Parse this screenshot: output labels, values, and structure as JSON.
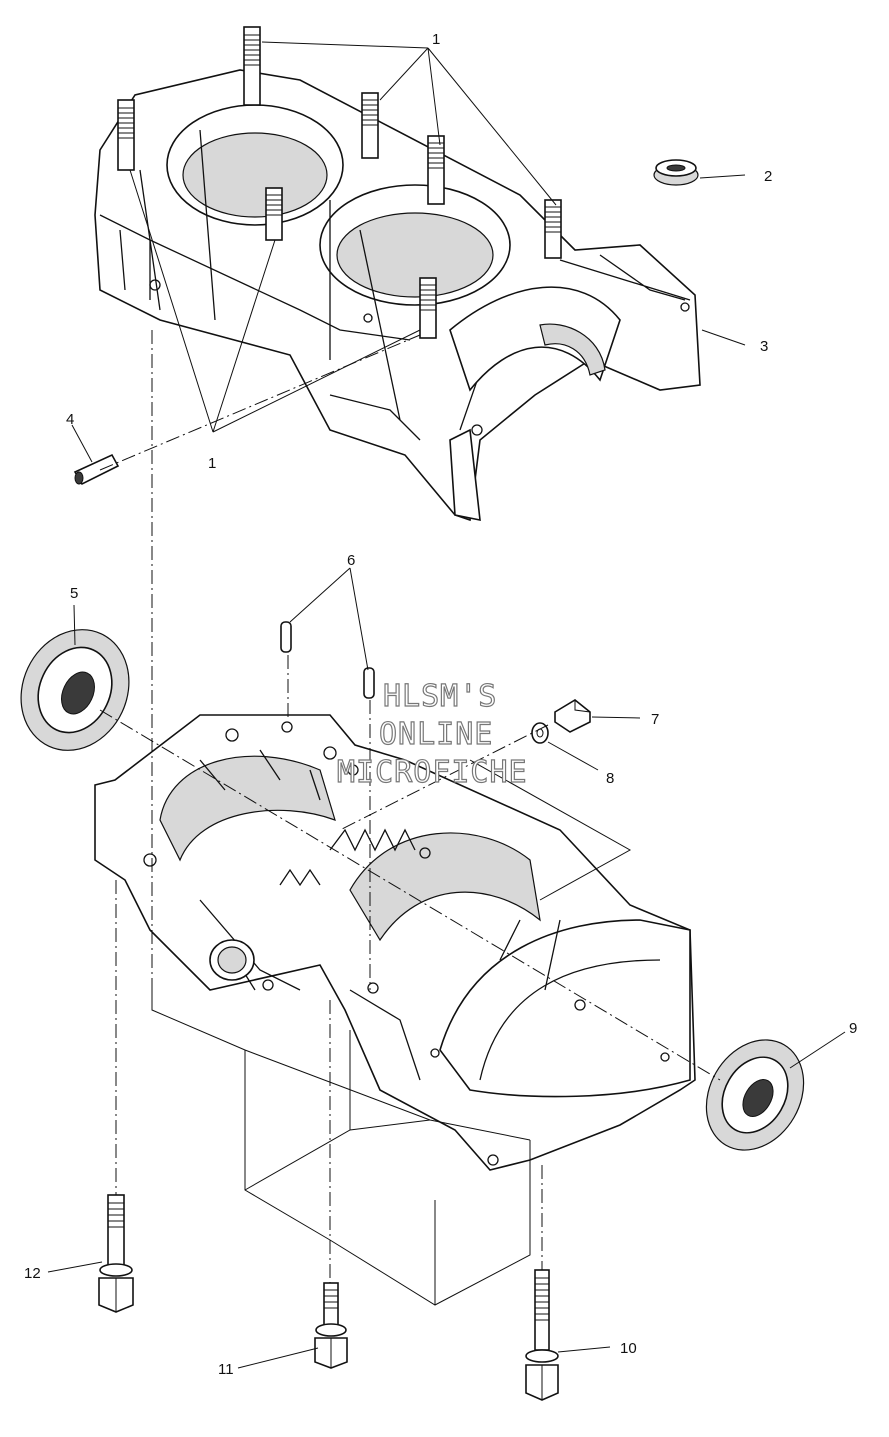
{
  "callouts": [
    {
      "id": "1",
      "text": "1"
    },
    {
      "id": "1b",
      "text": "1"
    },
    {
      "id": "2",
      "text": "2"
    },
    {
      "id": "3",
      "text": "3"
    },
    {
      "id": "4",
      "text": "4"
    },
    {
      "id": "5",
      "text": "5"
    },
    {
      "id": "6",
      "text": "6"
    },
    {
      "id": "7",
      "text": "7"
    },
    {
      "id": "8",
      "text": "8"
    },
    {
      "id": "9",
      "text": "9"
    },
    {
      "id": "10",
      "text": "10"
    },
    {
      "id": "11",
      "text": "11"
    },
    {
      "id": "12",
      "text": "12"
    }
  ],
  "watermark": {
    "line1": "HLSM'S",
    "line2": "ONLINE",
    "line3": "MICROFICHE"
  }
}
